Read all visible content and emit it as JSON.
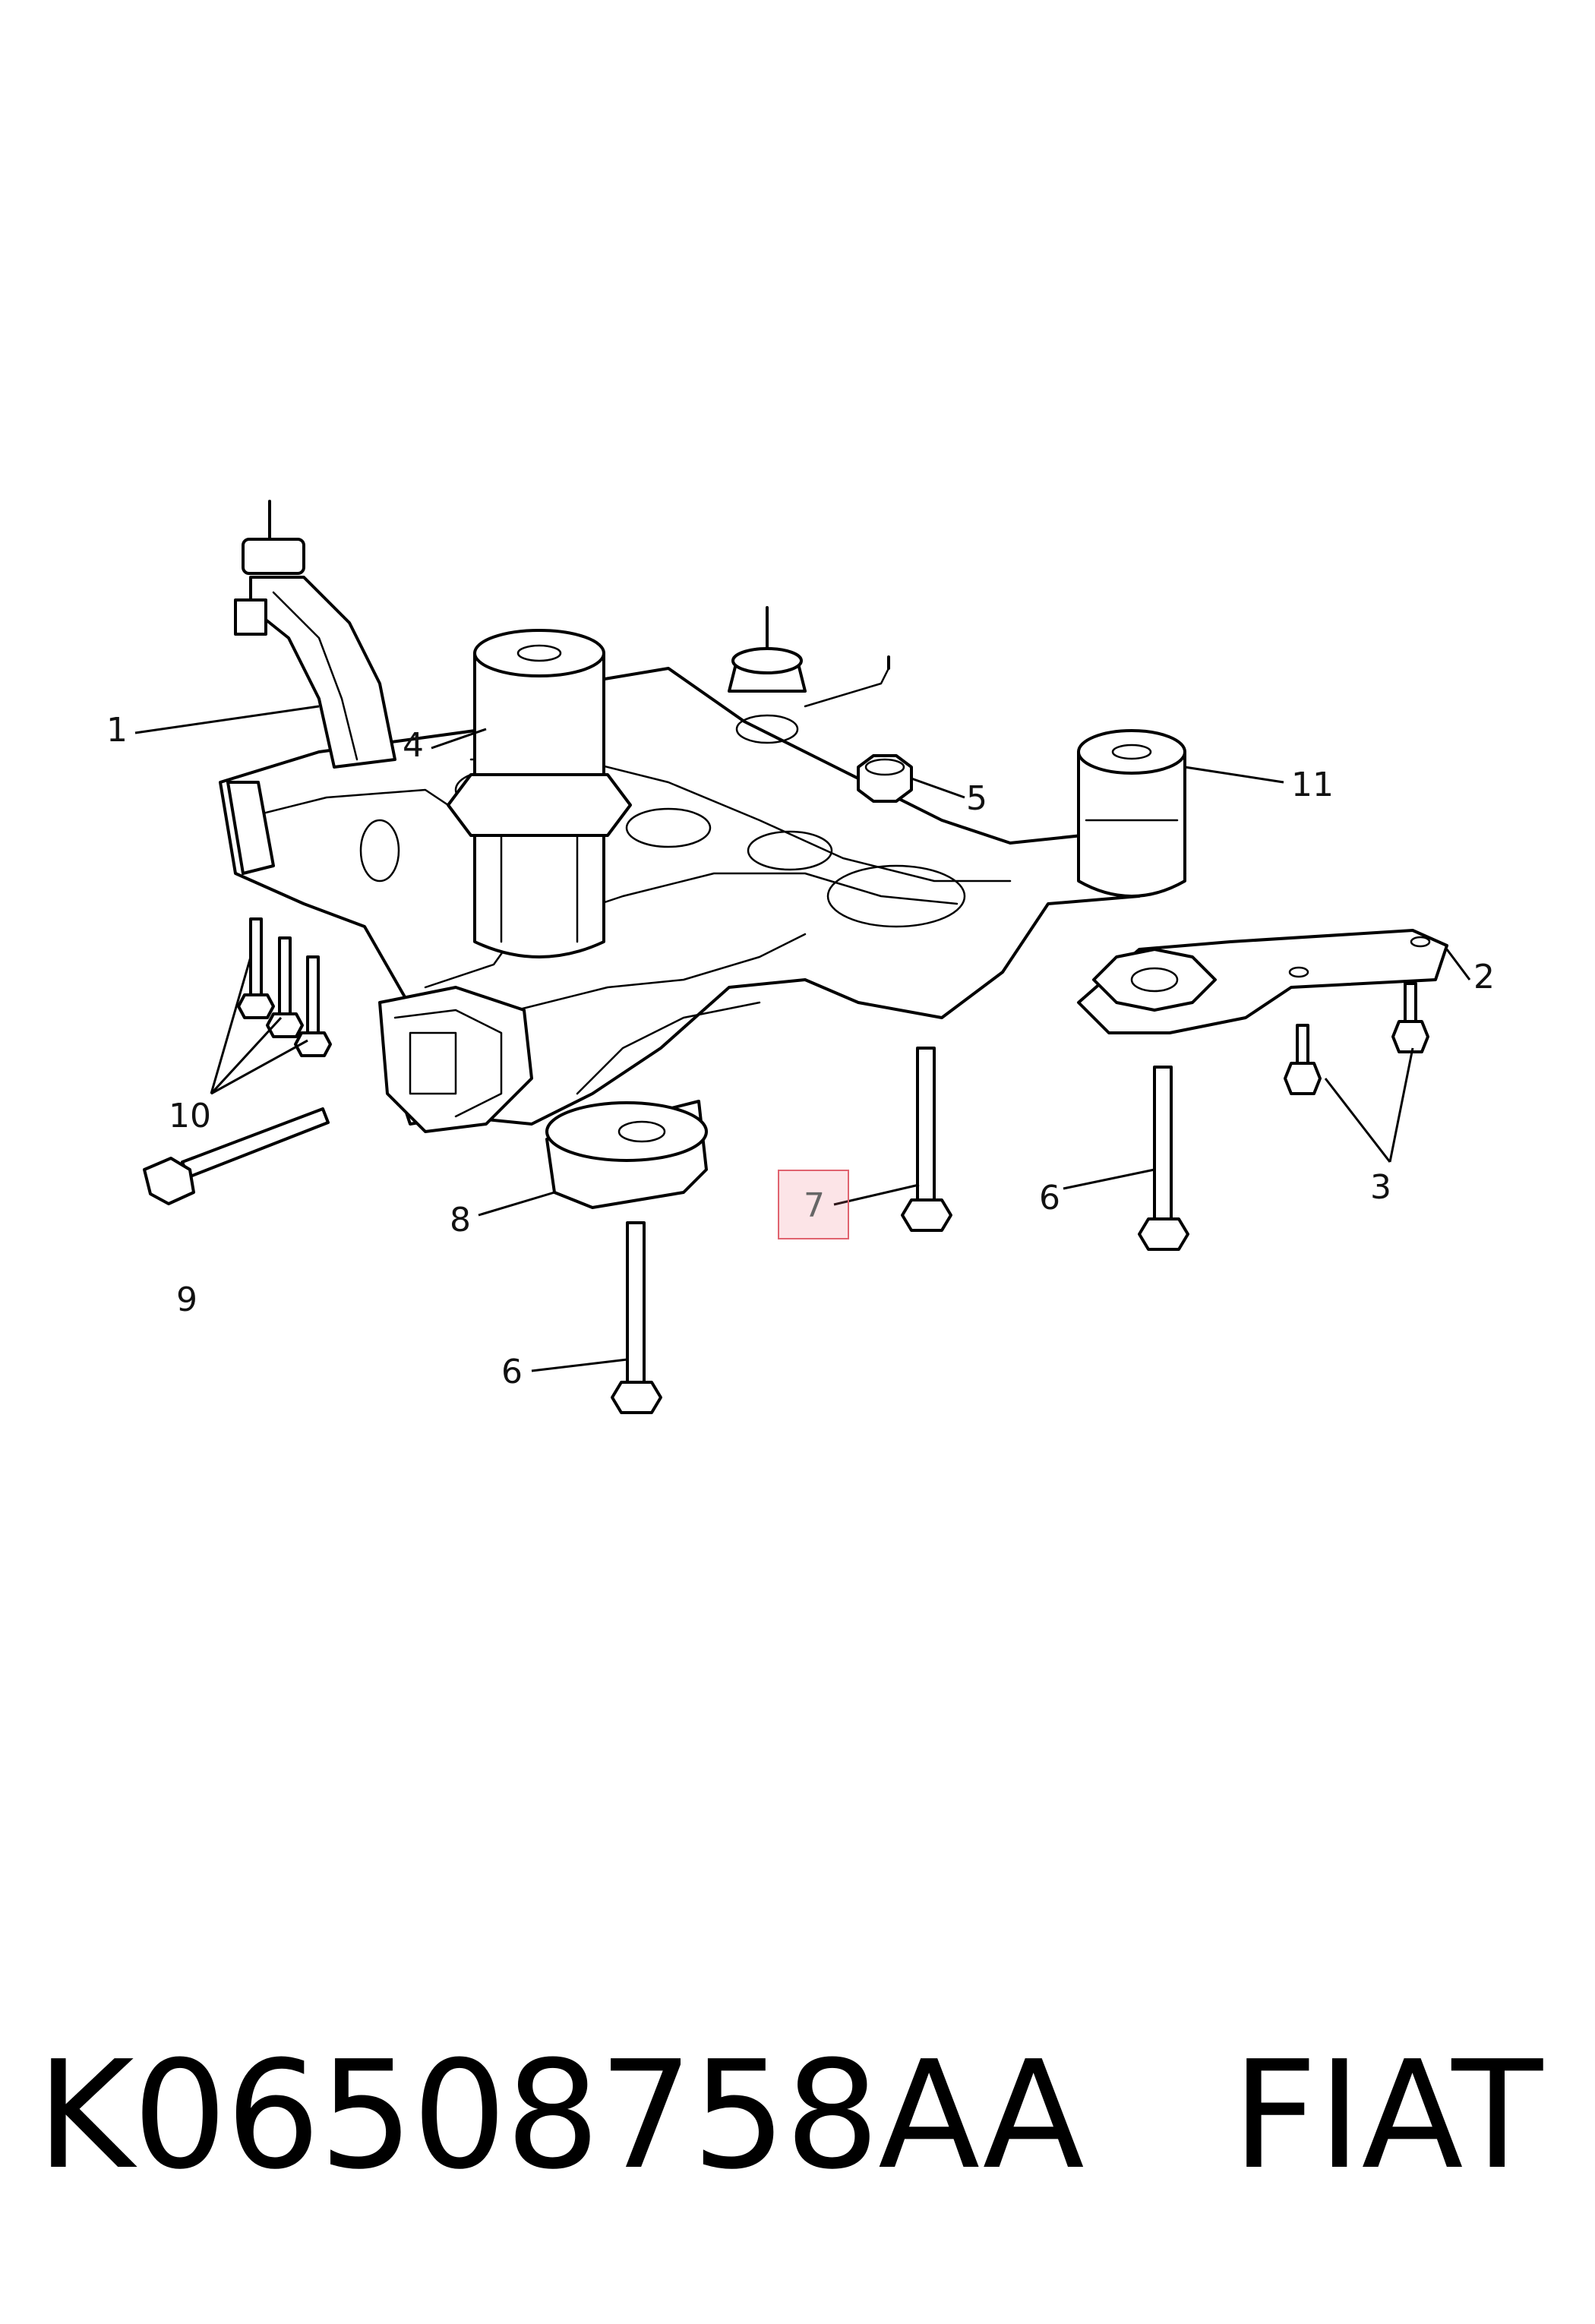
{
  "callouts": [
    {
      "id": "1",
      "text": "1"
    },
    {
      "id": "2",
      "text": "2"
    },
    {
      "id": "3",
      "text": "3"
    },
    {
      "id": "4",
      "text": "4"
    },
    {
      "id": "5",
      "text": "5"
    },
    {
      "id": "6a",
      "text": "6"
    },
    {
      "id": "6b",
      "text": "6"
    },
    {
      "id": "7",
      "text": "7"
    },
    {
      "id": "8",
      "text": "8"
    },
    {
      "id": "9",
      "text": "9"
    },
    {
      "id": "10",
      "text": "10"
    },
    {
      "id": "11",
      "text": "11"
    }
  ],
  "highlighted_callout": "7",
  "highlight_color": "#e0636f",
  "footer": {
    "part_number": "K06508758AA",
    "brand": "FIAT"
  }
}
